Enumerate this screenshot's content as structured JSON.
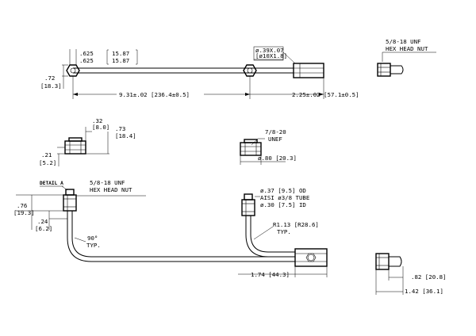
{
  "top_view": {
    "dim_a1": ".625",
    "dim_a1_mm": "15.87",
    "dim_a2": ".625",
    "dim_a2_mm": "15.87",
    "dim_b1": ".72",
    "dim_b1_mm": "[18.3]",
    "dim_length": "9.31±.02 [236.4±0.5]",
    "dim_end": "2.25±.02 [57.1±0.5]",
    "thread_1": "ø.39X.07",
    "thread_2": "[ø10X1.8]"
  },
  "nut_top_right": {
    "label_1": "5/8-18 UNF",
    "label_2": "HEX HEAD NUT"
  },
  "fitting_mid_left": {
    "dim_32": ".32",
    "dim_32_mm": "[8.0]",
    "dim_73": ".73",
    "dim_73_mm": "[18.4]",
    "dim_21": ".21",
    "dim_21_mm": "[5.2]"
  },
  "fitting_mid_center": {
    "label_1": "7/8-20",
    "label_2": "UNEF",
    "dim_80": "ø.80 [20.3]"
  },
  "detail": {
    "label": "DETAIL A",
    "nut_1": "5/8-18 UNF",
    "nut_2": "HEX HEAD NUT",
    "dim_76": ".76",
    "dim_76_mm": "[19.3]",
    "dim_24": ".24",
    "dim_24_mm": "[6.2]",
    "angle_1": "90°",
    "angle_2": "TYP.",
    "od": "ø.37 [9.5] OD",
    "tube": "AISI ø3/8 TUBE",
    "id": "ø.30 [7.5] ID",
    "radius_1": "R1.13 [R28.6]",
    "radius_2": "TYP.",
    "dim_174": "1.74 [44.3]"
  },
  "nut_bottom_right": {
    "dim_82": ".82 [20.8]",
    "dim_142": "1.42 [36.1]"
  }
}
